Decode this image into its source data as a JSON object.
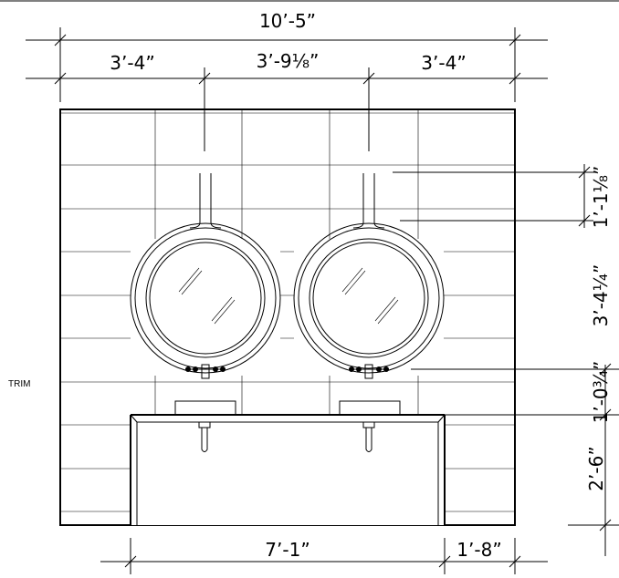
{
  "drawing": {
    "overall_width": "10’-5”",
    "left_offset": "3’-4”",
    "center_spacing": "3’-9⅛”",
    "right_offset": "3’-4”",
    "faucet_drop": "1’-1⅛”",
    "mirror_height": "3’-4¼”",
    "mirror_to_vanity": "1’-0¾”",
    "vanity_height": "2’-6”",
    "vanity_width": "7’-1”",
    "right_return": "1’-8”",
    "trim_label": "TRIM"
  }
}
